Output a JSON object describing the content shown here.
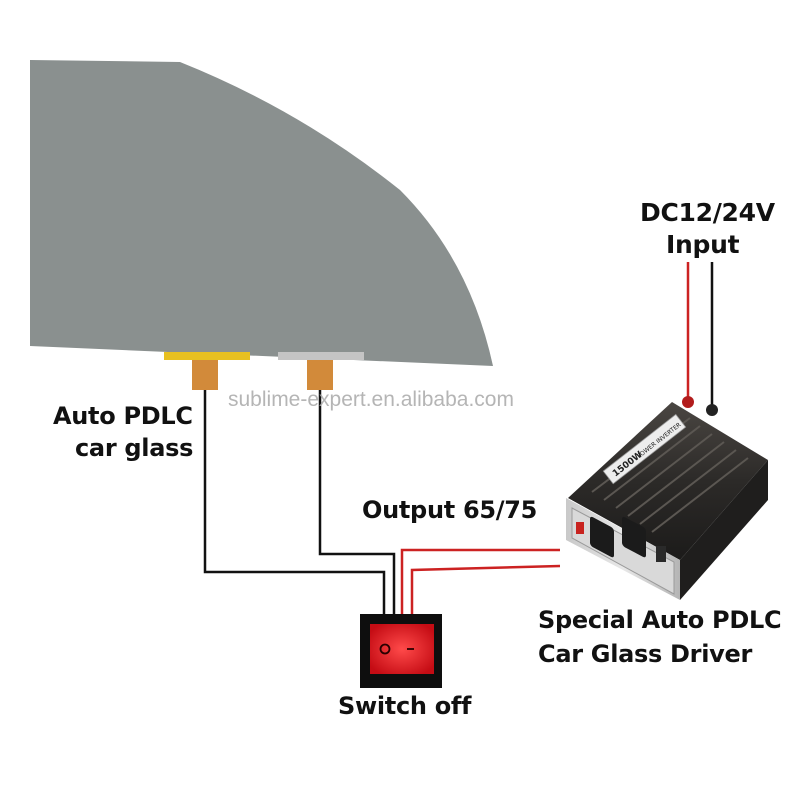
{
  "labels": {
    "glass_line1": "Auto PDLC",
    "glass_line2": "car glass",
    "dc_line1": "DC12/24V",
    "dc_line2": "Input",
    "output": "Output 65/75",
    "driver_line1": "Special Auto PDLC",
    "driver_line2": "Car Glass Driver",
    "switch": "Switch off"
  },
  "watermark": "sublime-expert.en.alibaba.com",
  "inverter_text": {
    "model": "1500W",
    "name": "POWER INVERTER"
  },
  "switch_symbols": {
    "off": "O",
    "on": "-"
  },
  "colors": {
    "glass": "#8a908f",
    "wire_black": "#111111",
    "wire_red": "#cc2222",
    "connector": "#d28a3a",
    "busbar_left": "#e8c020",
    "busbar_right": "#c4c4c4",
    "switch_red": "#e0141c"
  }
}
